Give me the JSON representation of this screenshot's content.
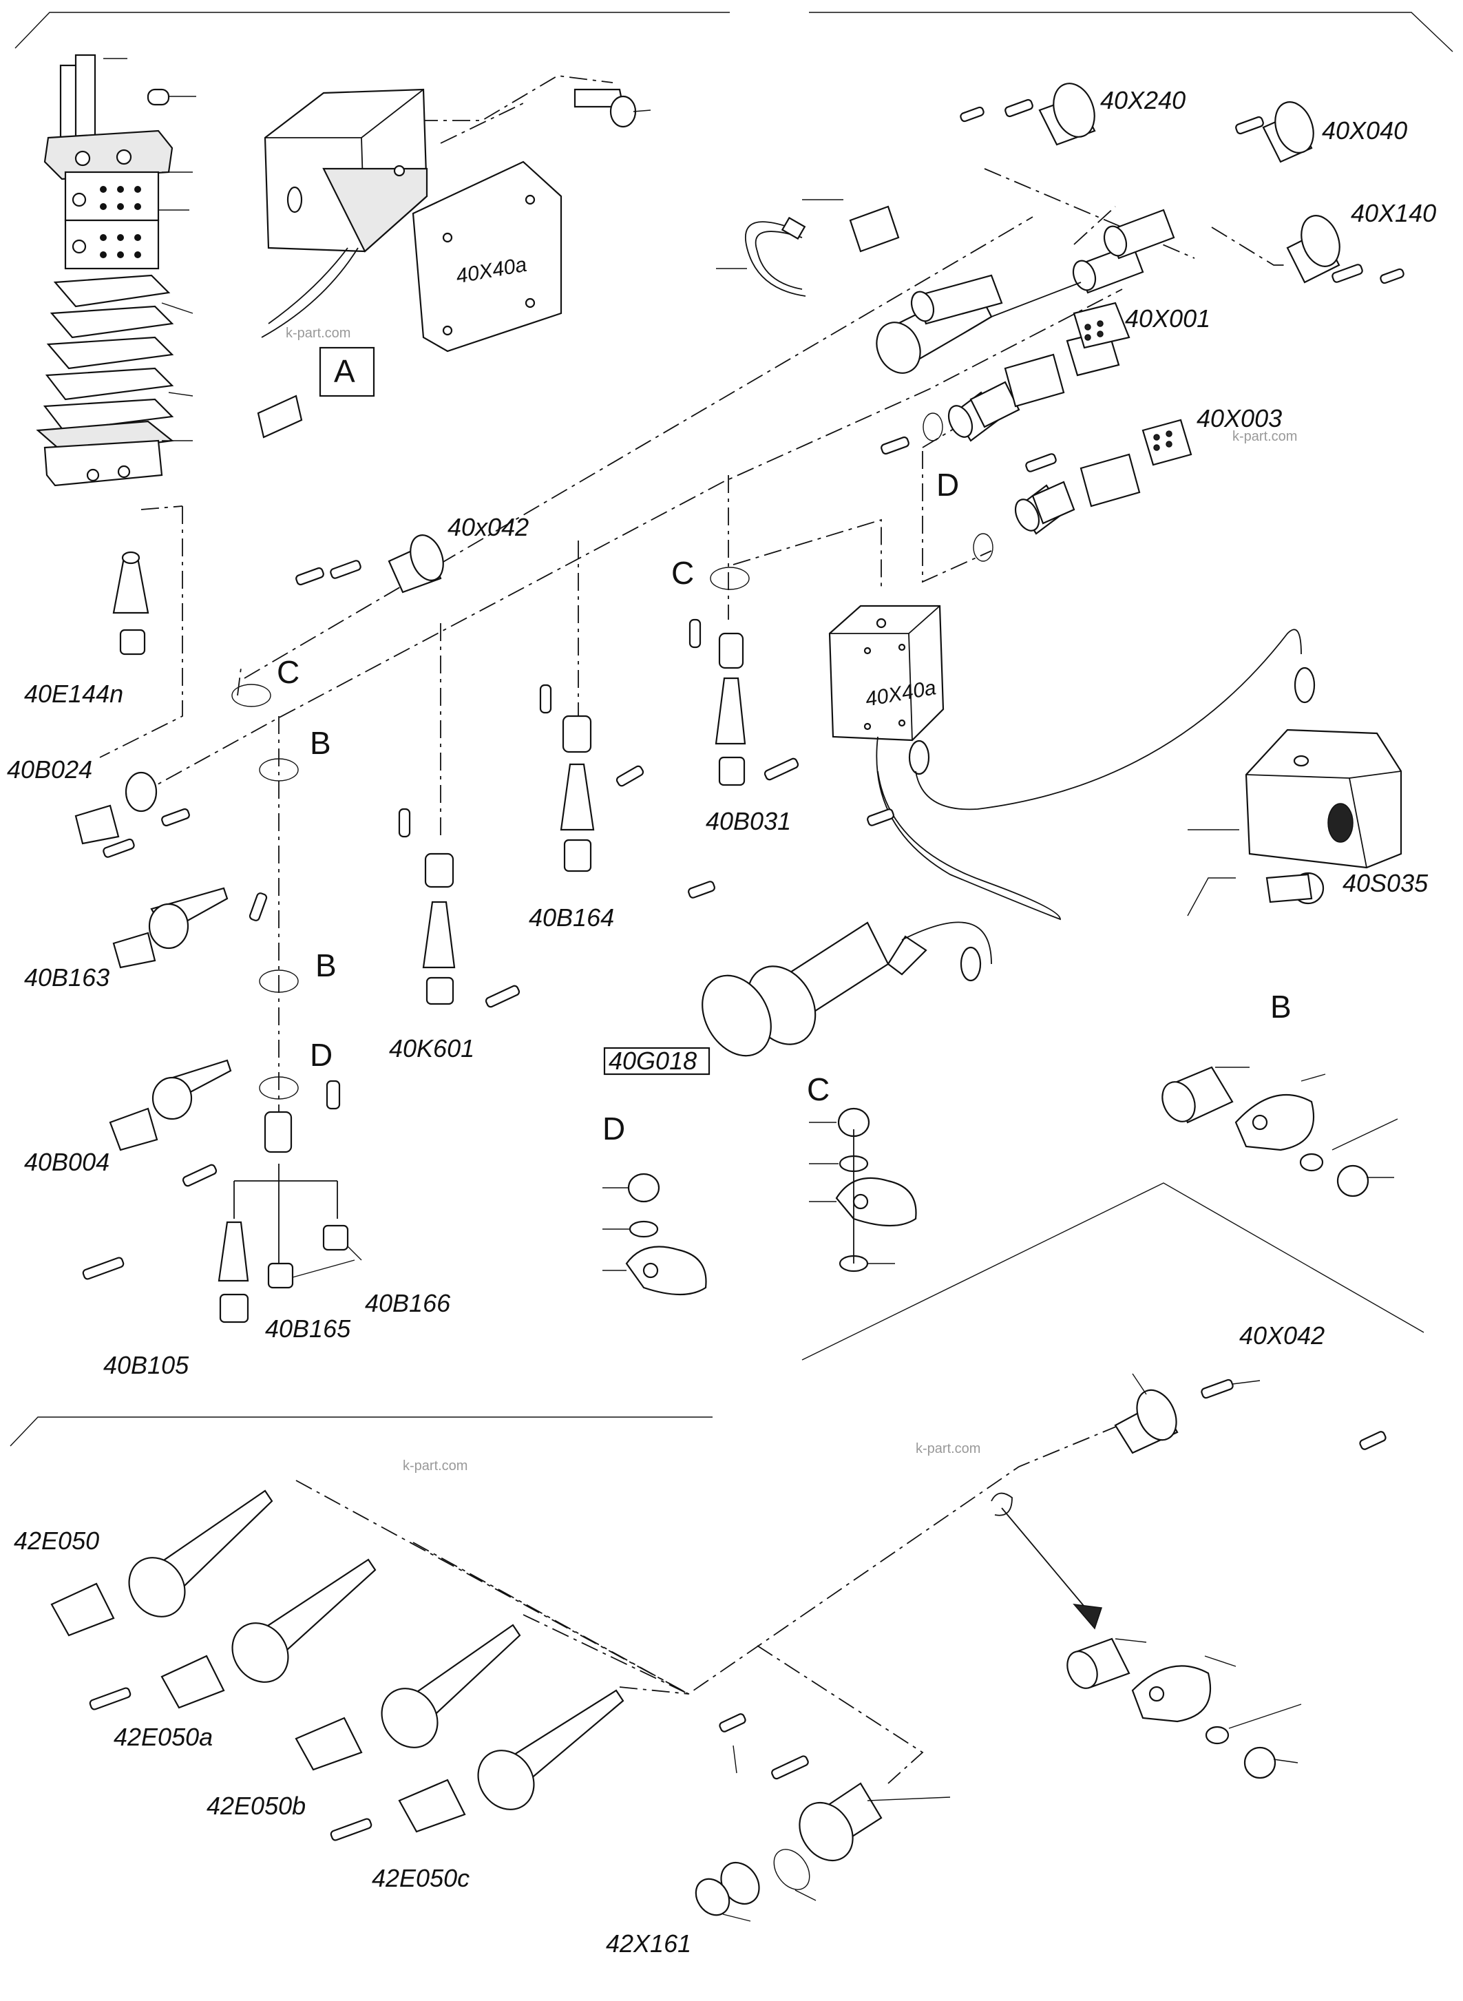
{
  "labels": {
    "x240": "40X240",
    "x040": "40X040",
    "x140": "40X140",
    "x001": "40X001",
    "x003": "40X003",
    "x042a": "40x042",
    "x40a_cover": "40X40a",
    "x40a_box": "40X40a",
    "e144n": "40E144n",
    "b024": "40B024",
    "b163": "40B163",
    "b004": "40B004",
    "b105": "40B105",
    "b165": "40B165",
    "b166": "40B166",
    "k601": "40K601",
    "b164": "40B164",
    "b031": "40B031",
    "g018": "40G018",
    "s035": "40S035",
    "x042b": "40X042",
    "e050": "42E050",
    "e050a": "42E050a",
    "e050b": "42E050b",
    "e050c": "42E050c",
    "x161": "42X161"
  },
  "letters": {
    "A": "A",
    "C1": "C",
    "C2": "C",
    "B1": "B",
    "B2": "B",
    "D1": "D",
    "D2": "D",
    "B3": "B",
    "C3": "C",
    "D3": "D"
  },
  "watermarks": [
    "k-part.com",
    "k-part.com",
    "k-part.com",
    "k-part.com"
  ],
  "icons": [
    "connector-icon",
    "terminal-pin-icon",
    "clamp-icon",
    "nut-icon",
    "washer-icon",
    "junction-box-icon",
    "sensor-icon",
    "alternator-icon"
  ]
}
